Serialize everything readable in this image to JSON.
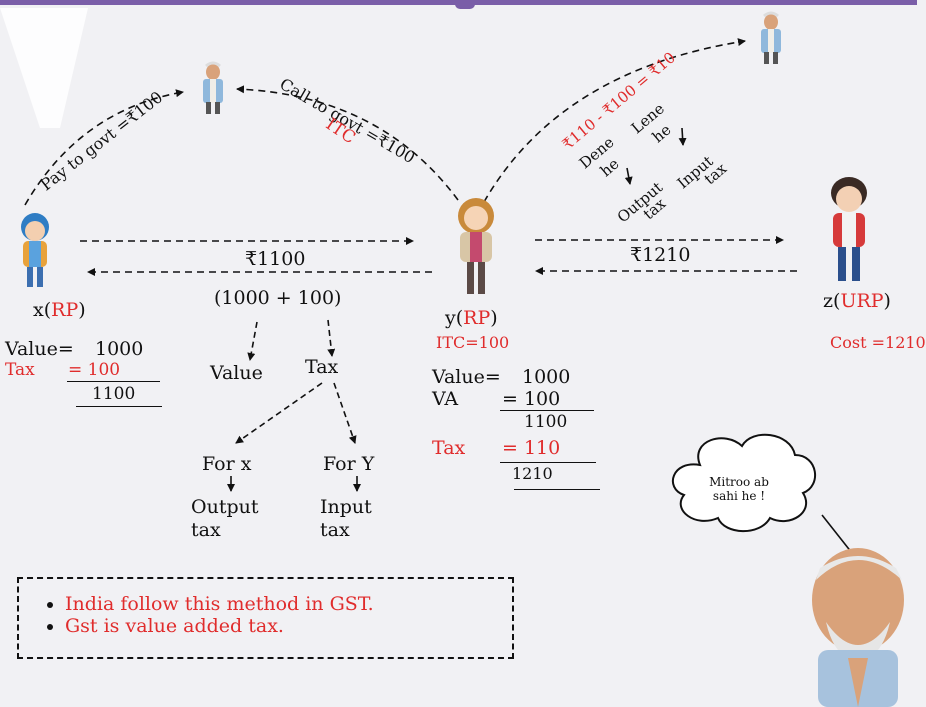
{
  "arrows": {
    "pay_to_govt": "Pay to govt =₹100",
    "call_to_govt": "Call to govt =₹100",
    "itc_label": "ITC",
    "net_payment": "₹110 - ₹100 = ₹10",
    "dene": "Dene",
    "lene": "Lene",
    "he": "he",
    "output": "Output",
    "input": "Input",
    "tax": "tax"
  },
  "transfer_xy": {
    "amount": "₹1100",
    "breakdown": "(1000 + 100)"
  },
  "transfer_yz": {
    "amount": "₹1210"
  },
  "breakdown_tree": {
    "value": "Value",
    "tax": "Tax",
    "for_x": "For x",
    "for_y": "For Y",
    "output_tax": [
      "Output",
      "tax"
    ],
    "input_tax": [
      "Input",
      "tax"
    ]
  },
  "person_x": {
    "name": "x(",
    "status": "RP",
    "close": ")",
    "value_label": "Value=",
    "value": "1000",
    "tax_label": "Tax",
    "tax": "= 100",
    "total": "1100"
  },
  "person_y": {
    "name": "y(",
    "status": "RP",
    "close": ")",
    "itc": "ITC=100",
    "value_label": "Value=",
    "value": "1000",
    "va_label": "VA",
    "va": "= 100",
    "subtotal": "1100",
    "tax_label": "Tax",
    "tax": "= 110",
    "total": "1210"
  },
  "person_z": {
    "name": "z(",
    "status": "URP",
    "close": ")",
    "cost": "Cost =1210"
  },
  "notes": [
    "India follow this method in GST.",
    "Gst is value added tax."
  ],
  "speech": {
    "text": "Mitroo ab sahi he !"
  },
  "colors": {
    "accent_red": "#e02c2c",
    "header_purple": "#7a5ea8",
    "background": "#f1f1f4"
  },
  "icons": [
    "pm-figure-icon",
    "boy-x-icon",
    "girl-y-icon",
    "boy-z-icon",
    "pm-namaste-icon"
  ]
}
